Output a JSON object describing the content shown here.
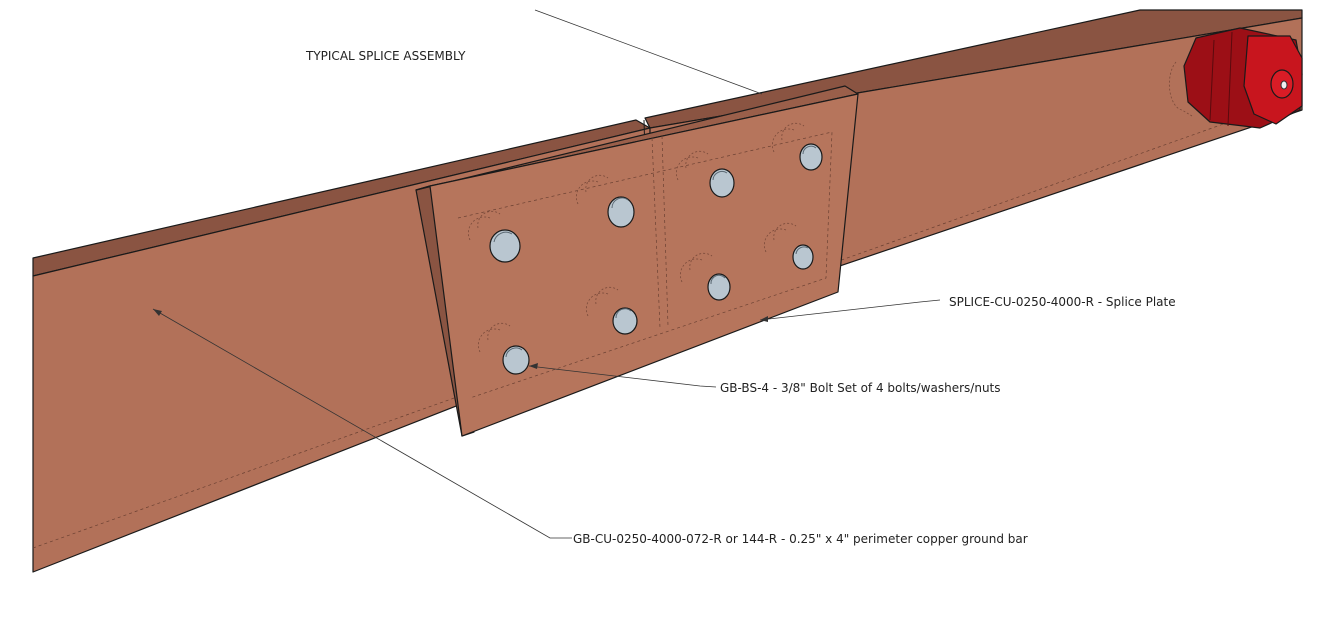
{
  "title": "TYPICAL SPLICE ASSEMBLY",
  "callouts": {
    "splice_plate": "SPLICE-CU-0250-4000-R - Splice Plate",
    "bolt_set": "GB-BS-4 - 3/8\" Bolt Set of 4 bolts/washers/nuts",
    "ground_bar": "GB-CU-0250-4000-072-R or 144-R - 0.25\" x 4\" perimeter copper ground bar"
  },
  "colors": {
    "copper_face": "#b27159",
    "copper_top": "#8a5442",
    "copper_edge": "#6e3f30",
    "hole": "#b9c6d0",
    "end_cap": "#b3121a"
  }
}
